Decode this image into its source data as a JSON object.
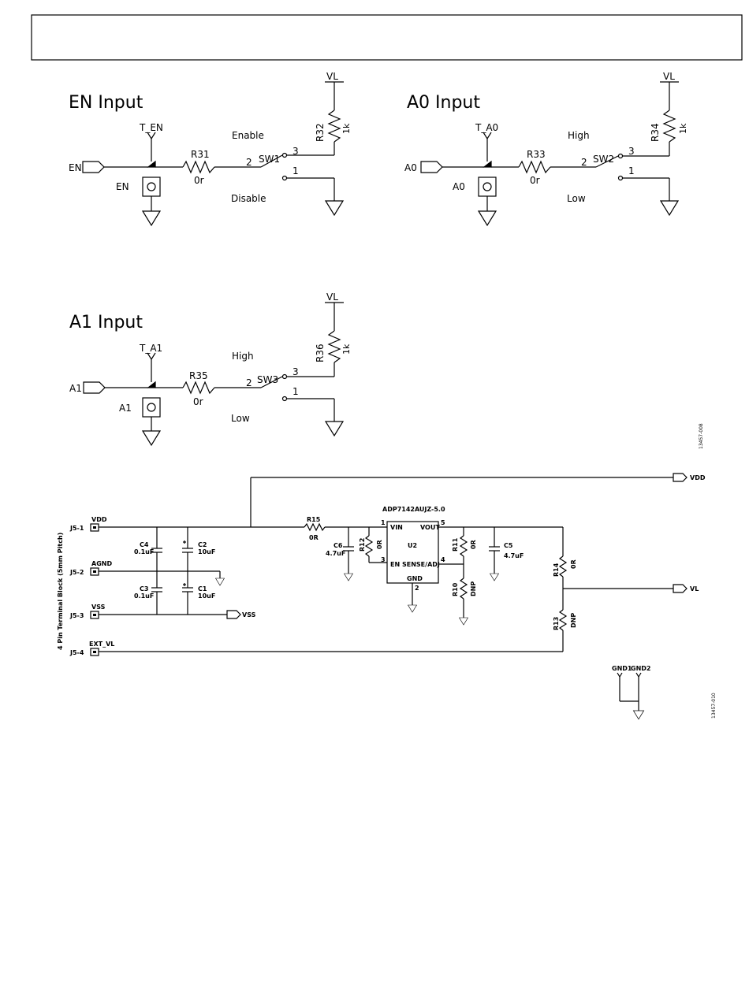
{
  "en_section": {
    "title": "EN Input",
    "port": "EN",
    "testpoint": "T_EN",
    "tp_label": "EN",
    "resistor": "R31",
    "resistor_value": "0r",
    "switch": "SW1",
    "pin2": "2",
    "pin3": "3",
    "pin1": "1",
    "pos_high": "Enable",
    "pos_low": "Disable",
    "pullup": "R32",
    "pullup_value": "1k",
    "rail": "VL"
  },
  "a0_section": {
    "title": "A0 Input",
    "port": "A0",
    "testpoint": "T_A0",
    "tp_label": "A0",
    "resistor": "R33",
    "resistor_value": "0r",
    "switch": "SW2",
    "pin2": "2",
    "pin3": "3",
    "pin1": "1",
    "pos_high": "High",
    "pos_low": "Low",
    "pullup": "R34",
    "pullup_value": "1k",
    "rail": "VL"
  },
  "a1_section": {
    "title": "A1 Input",
    "port": "A1",
    "testpoint": "T_A1",
    "tp_label": "A1",
    "resistor": "R35",
    "resistor_value": "0r",
    "switch": "SW3",
    "pin2": "2",
    "pin3": "3",
    "pin1": "1",
    "pos_high": "High",
    "pos_low": "Low",
    "pullup": "R36",
    "pullup_value": "1k",
    "rail": "VL"
  },
  "figure_ids": [
    "13457-008",
    "13457-010"
  ],
  "power": {
    "terminal_block": "4 Pin Terminal Block (5mm Pitch)",
    "j5_pins": [
      "J5-1",
      "J5-2",
      "J5-3",
      "J5-4"
    ],
    "net_vdd": "VDD",
    "net_agnd": "AGND",
    "net_vss": "VSS",
    "net_ext_vl": "EXT_VL",
    "out_vdd": "VDD",
    "out_vss": "VSS",
    "out_vl": "VL",
    "caps": [
      {
        "ref": "C4",
        "value": "0.1uF"
      },
      {
        "ref": "C2",
        "value": "10uF"
      },
      {
        "ref": "C3",
        "value": "0.1uF"
      },
      {
        "ref": "C1",
        "value": "10uF"
      },
      {
        "ref": "C6",
        "value": "4.7uF"
      },
      {
        "ref": "C5",
        "value": "4.7uF"
      }
    ],
    "resistors": [
      {
        "ref": "R15",
        "value": "0R"
      },
      {
        "ref": "R12",
        "value": "0R"
      },
      {
        "ref": "R11",
        "value": "0R"
      },
      {
        "ref": "R10",
        "value": "DNP"
      },
      {
        "ref": "R14",
        "value": "0R"
      },
      {
        "ref": "R13",
        "value": "DNP"
      }
    ],
    "regulator": {
      "part": "ADP7142AUJZ-5.0",
      "ref": "U2",
      "pin_vin": "VIN",
      "pin_en": "EN",
      "pin_vout": "VOUT",
      "pin_sense": "SENSE/ADJ",
      "pin_gnd": "GND",
      "num_vin": "1",
      "num_en": "3",
      "num_vout": "5",
      "num_sense": "4",
      "num_gnd": "2"
    },
    "gnd1": "GND1",
    "gnd2": "GND2"
  }
}
